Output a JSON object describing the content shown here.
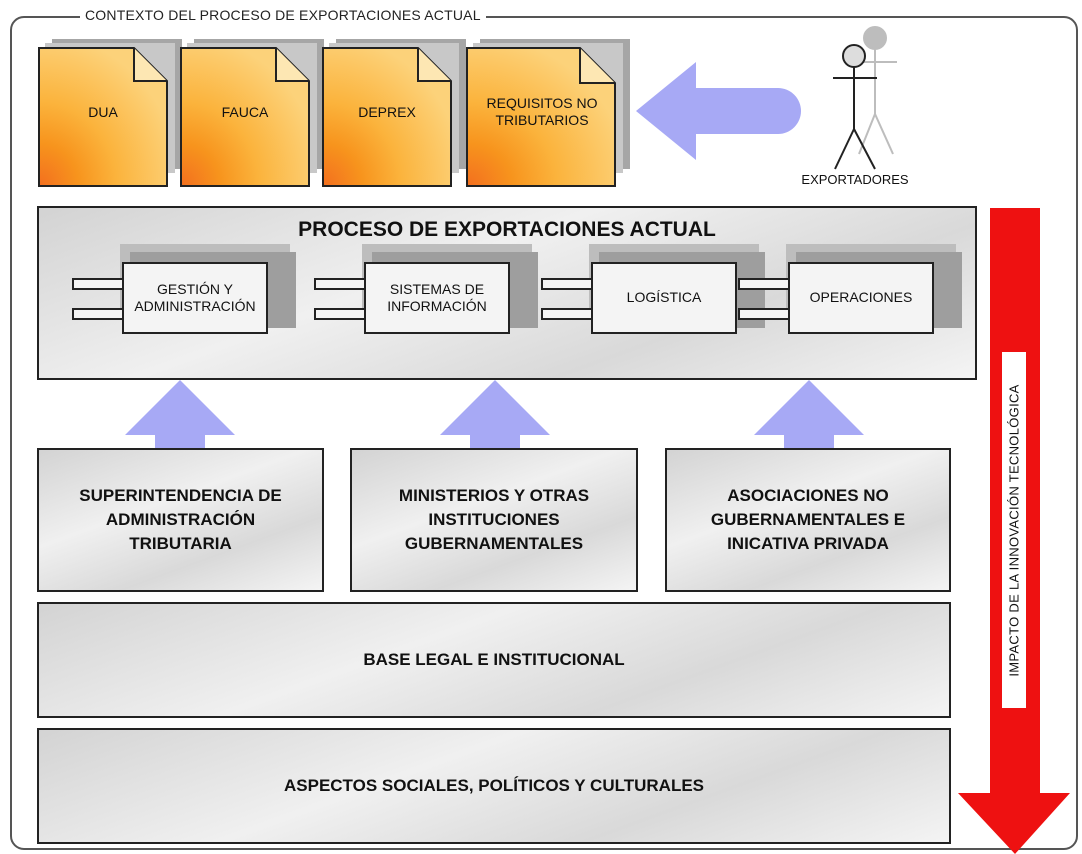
{
  "context_title": "CONTEXTO DEL PROCESO DE EXPORTACIONES ACTUAL",
  "documents": [
    "DUA",
    "FAUCA",
    "DEPREX",
    "REQUISITOS NO TRIBUTARIOS"
  ],
  "actor": {
    "label": "EXPORTADORES",
    "icon": "stick-figure-icon"
  },
  "process": {
    "title": "PROCESO DE EXPORTACIONES ACTUAL",
    "components": [
      "GESTIÓN Y ADMINISTRACIÓN",
      "SISTEMAS DE INFORMACIÓN",
      "LOGÍSTICA",
      "OPERACIONES"
    ]
  },
  "institutions": [
    "SUPERINTENDENCIA DE ADMINISTRACIÓN TRIBUTARIA",
    "MINISTERIOS Y OTRAS INSTITUCIONES GUBERNAMENTALES",
    "ASOCIACIONES NO GUBERNAMENTALES E INICATIVA PRIVADA"
  ],
  "base_layers": [
    "BASE LEGAL E INSTITUCIONAL",
    "ASPECTOS SOCIALES, POLÍTICOS Y CULTURALES"
  ],
  "impact_label": "IMPACTO DE LA INNOVACIÓN TECNOLÓGICA",
  "colors": {
    "doc_outer": "#f9c64f",
    "doc_inner": "#f7941d",
    "arrow_blue": "#a7a9f5",
    "arrow_red": "#ee1111"
  }
}
